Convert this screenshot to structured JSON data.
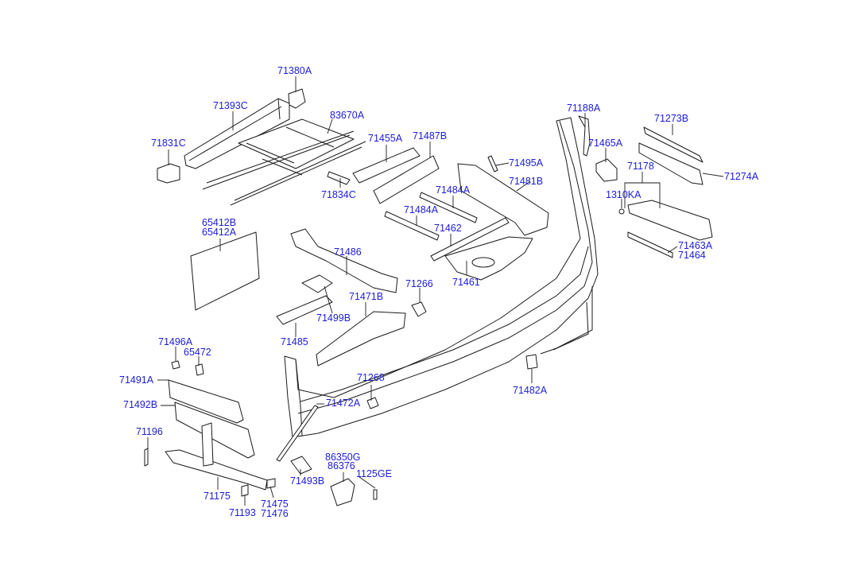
{
  "labels": {
    "l71380A": "71380A",
    "l71393C": "71393C",
    "l83670A": "83670A",
    "l71831C": "71831C",
    "l71834C": "71834C",
    "l71455A": "71455A",
    "l71487B": "71487B",
    "l71495A": "71495A",
    "l71484A_1": "71484A",
    "l71484A_2": "71484A",
    "l71481B": "71481B",
    "l71462": "71462",
    "l71461": "71461",
    "l71188A": "71188A",
    "l71465A": "71465A",
    "l71273B": "71273B",
    "l71178": "71178",
    "l71274A": "71274A",
    "l1310KA": "1310KA",
    "l71463A": "71463A",
    "l71464": "71464",
    "l65412B": "65412B",
    "l65412A": "65412A",
    "l71486": "71486",
    "l71266": "71266",
    "l71471B": "71471B",
    "l71499B": "71499B",
    "l71485": "71485",
    "l71496A": "71496A",
    "l65472": "65472",
    "l71491A": "71491A",
    "l71492B": "71492B",
    "l71196": "71196",
    "l71268": "71268",
    "l71482A": "71482A",
    "l71472A": "71472A",
    "l86350G": "86350G",
    "l86376": "86376",
    "l1125GE": "1125GE",
    "l71493B": "71493B",
    "l71175": "71175",
    "l71193": "71193",
    "l71475": "71475",
    "l71476": "71476"
  },
  "colors": {
    "label": "#1c1cd6",
    "line": "#1a1a1a",
    "background": "#ffffff"
  }
}
